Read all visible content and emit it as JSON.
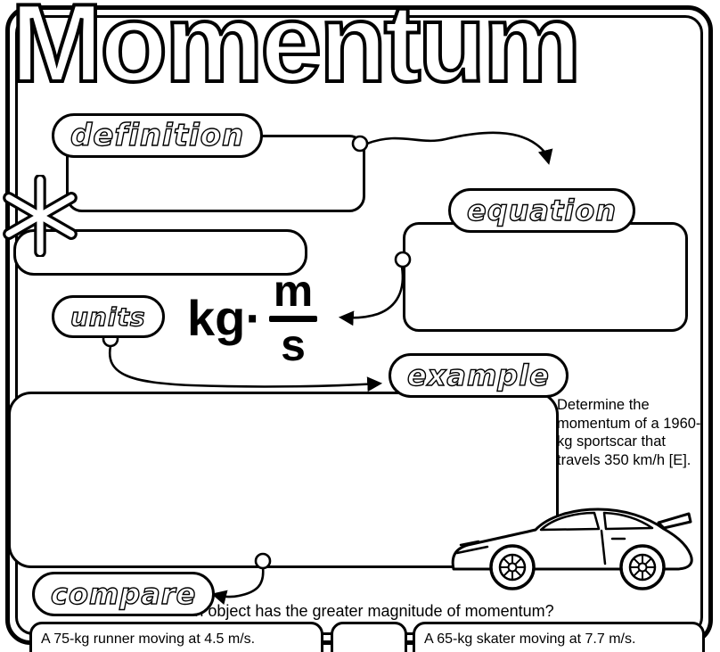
{
  "page": {
    "title": "Momentum"
  },
  "colors": {
    "ink": "#000000",
    "paper": "#ffffff"
  },
  "icons": {
    "asterisk": "heavy-six-point-asterisk",
    "car": "sportscar-line-art"
  },
  "definition": {
    "label": "definition"
  },
  "equation": {
    "label": "equation"
  },
  "units": {
    "label": "units",
    "kg": "kg·",
    "numerator": "m",
    "denominator": "s"
  },
  "example": {
    "label": "example",
    "problem": "Determine the momentum of a 1960-kg sportscar that travels 350 km/h [E]."
  },
  "compare": {
    "label": "compare",
    "question": "Which object has the greater magnitude of momentum?",
    "options": [
      {
        "text": "A 75-kg runner moving at 4.5 m/s."
      },
      {
        "text": ""
      },
      {
        "text": "A 65-kg skater moving at 7.7 m/s."
      }
    ]
  }
}
